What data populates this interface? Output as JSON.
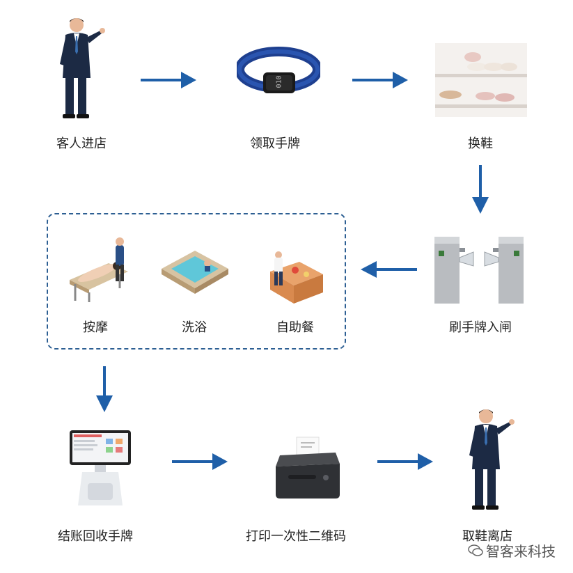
{
  "steps": {
    "enter": "客人进店",
    "wristband": "领取手牌",
    "change_shoes": "换鞋",
    "gate": "刷手牌入闸",
    "massage": "按摩",
    "bath": "洗浴",
    "buffet": "自助餐",
    "checkout": "结账回收手牌",
    "print": "打印一次性二维码",
    "leave": "取鞋离店"
  },
  "wristband_display": "010",
  "watermark": "智客来科技",
  "colors": {
    "arrow": "#1f5fa8",
    "suit": "#1c2a44",
    "band": "#1e3f8f"
  }
}
